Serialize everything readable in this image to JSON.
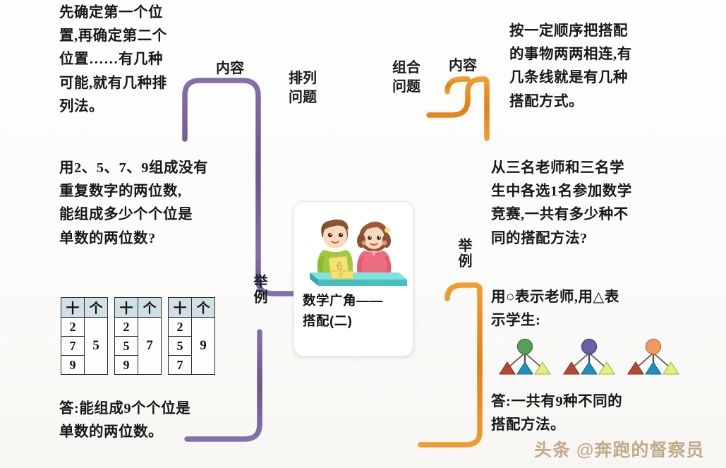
{
  "title": "数学广角——搭配(二) 思维导图",
  "center": {
    "title": "数学广角——\n搭配(二)",
    "illustration": "two-children-at-desk-illustration"
  },
  "branches": {
    "left": {
      "name": "排列问题",
      "color": "#6f5a96",
      "label": "排列\n问题",
      "content_label": "内容",
      "example_label": "举例"
    },
    "right": {
      "name": "组合问题",
      "color": "#e58318",
      "label": "组合\n问题",
      "content_label": "内容",
      "example_label": "举例"
    }
  },
  "left_content_text": "先确定第一个位\n置,再确定第二个\n位置……有几种\n可能,就有几种排\n列法。",
  "left_example_question": "用2、5、7、9组成没有\n重复数字的两位数,\n能组成多少个个位是\n单数的两位数?",
  "left_example_answer": "答:能组成9个个位是\n单数的两位数。",
  "right_content_text": "按一定顺序把搭配\n的事物两两相连,有\n几条线就是有几种\n搭配方式。",
  "right_example_question": "从三名老师和三名学\n生中各选1名参加数学\n竞赛,一共有多少种不\n同的搭配方法?",
  "right_example_legend": "用○表示老师,用△表\n示学生:",
  "right_example_answer": "答:一共有9种不同的\n搭配方法。",
  "tables": {
    "headers": [
      "十",
      "个"
    ],
    "groups": [
      {
        "tens": [
          "2",
          "7",
          "9"
        ],
        "ones": "5"
      },
      {
        "tens": [
          "2",
          "5",
          "9"
        ],
        "ones": "7"
      },
      {
        "tens": [
          "2",
          "5",
          "7"
        ],
        "ones": "9"
      }
    ]
  },
  "trees": [
    {
      "circle_color": "#5aa05a",
      "triangles": [
        "#b5462f",
        "#1f8fc0",
        "#e2ef7a"
      ]
    },
    {
      "circle_color": "#6b5fa8",
      "triangles": [
        "#b5462f",
        "#1f8fc0",
        "#e2ef7a"
      ]
    },
    {
      "circle_color": "#ef9a63",
      "triangles": [
        "#b5462f",
        "#1f8fc0",
        "#e2ef7a"
      ]
    }
  ],
  "watermark": "头条 @奔跑的督察员",
  "colors": {
    "purple": "#6f5a96",
    "orange": "#e58318",
    "table_header": "#cfe1e4",
    "text": "#17171a"
  }
}
